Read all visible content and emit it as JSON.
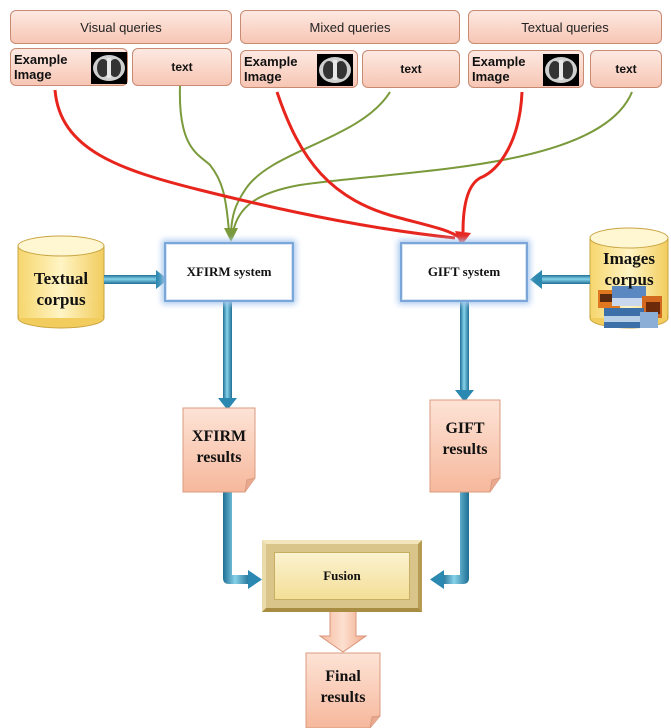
{
  "queries": [
    {
      "header": "Visual queries",
      "example_label": "Example Image",
      "text_label": "text"
    },
    {
      "header": "Mixed queries",
      "example_label": "Example Image",
      "text_label": "text"
    },
    {
      "header": "Textual queries",
      "example_label": "Example Image",
      "text_label": "text"
    }
  ],
  "systems": {
    "xfirm": "XFIRM system",
    "gift": "GIFT system"
  },
  "corpora": {
    "textual": "Textual corpus",
    "images": "Images corpus"
  },
  "results": {
    "xfirm": "XFIRM results",
    "gift": "GIFT results",
    "final": "Final results"
  },
  "fusion": "Fusion",
  "colors": {
    "visual_flow": "#e8251d",
    "text_flow": "#7a9a3c",
    "pipe": "#3fa3c8",
    "query_fill": "#f7c6b4",
    "system_glow": "#7ba7d8",
    "db_fill": "#fde89a",
    "results_fill": "#f9c9b3",
    "fusion_fill": "#f3df97"
  }
}
